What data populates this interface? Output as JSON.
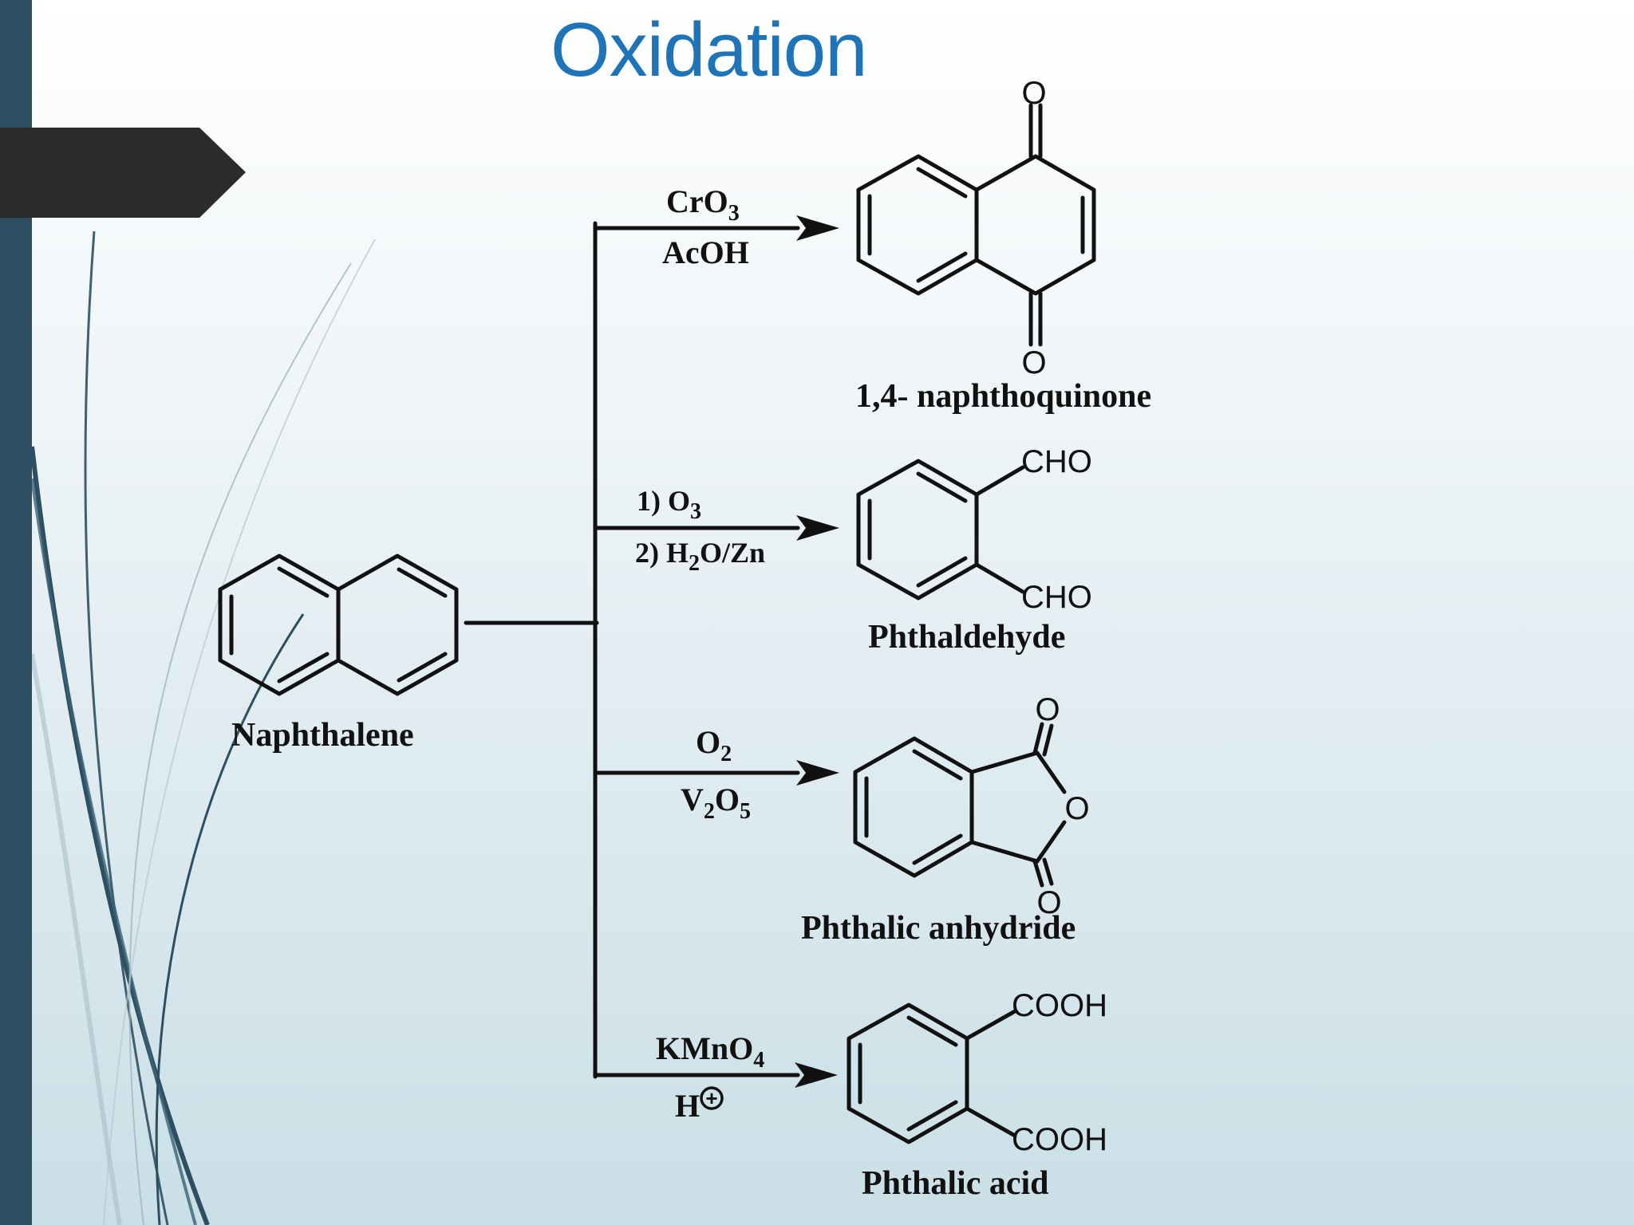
{
  "slide": {
    "title": "Oxidation"
  },
  "diagram": {
    "reactant": {
      "name": "Naphthalene"
    },
    "reactions": [
      {
        "reagent_top": {
          "text": "CrO",
          "sub": "3"
        },
        "reagent_bottom": {
          "text": "AcOH"
        },
        "product": {
          "name": "1,4- naphthoquinone",
          "atoms": [
            "O",
            "O"
          ]
        }
      },
      {
        "reagent_top": {
          "text": "1) O",
          "sub": "3"
        },
        "reagent_bottom": {
          "pre": "2) H",
          "sub": "2",
          "post": "O/Zn"
        },
        "product": {
          "name": "Phthaldehyde",
          "atoms": [
            "CHO",
            "CHO"
          ]
        }
      },
      {
        "reagent_top": {
          "text": "O",
          "sub": "2"
        },
        "reagent_bottom": {
          "pre": "V",
          "sub": "2",
          "mid": "O",
          "sub2": "5"
        },
        "product": {
          "name": "Phthalic anhydride",
          "atoms": [
            "O",
            "O",
            "O"
          ]
        }
      },
      {
        "reagent_top": {
          "text": "KMnO",
          "sub": "4"
        },
        "reagent_bottom": {
          "text": "H",
          "charge": "+"
        },
        "product": {
          "name": "Phthalic acid",
          "atoms": [
            "COOH",
            "COOH"
          ]
        }
      }
    ]
  },
  "colors": {
    "sidebar": "#2e4f62",
    "title": "#1f73b7",
    "tab": "#2b2b2b",
    "ink": "#111111"
  }
}
